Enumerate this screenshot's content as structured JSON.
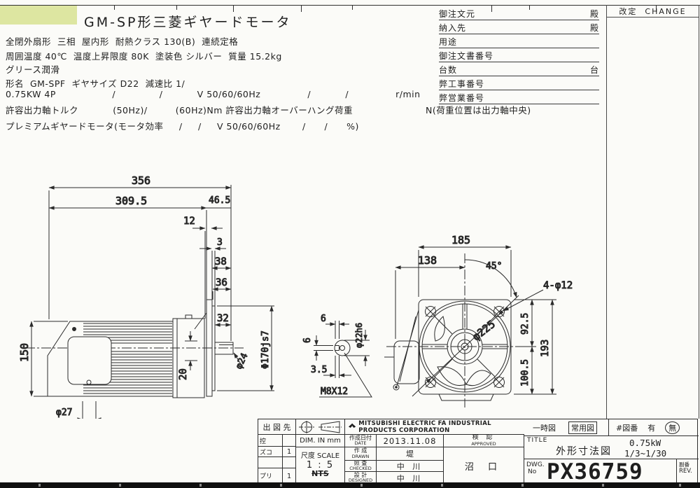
{
  "specs": {
    "title": "GM-SP形三菱ギヤードモータ",
    "line1": "全閉外扇形  三相  屋内形  耐熱クラス 130(B)  連続定格",
    "line2": "周囲温度 40℃  温度上昇限度 80K  塗装色 シルバー  質量 15.2kg",
    "line3": "グリース潤滑",
    "line4": "形名  GM-SPF  ギヤサイズ D22  減速比 1/",
    "line5": "0.75KW 4P                  /              /           V 50/60/60Hz               /           /               r/min",
    "line6_main": "許容出力軸トルク           (50Hz)/         (60Hz)Nm 許容出力軸オーバーハング荷重",
    "line6_tail": "N(荷重位置は出力軸中央)",
    "line7": "プレミアムギヤードモータ(モータ効率     /     /     V 50/60/60Hz       /      /      %)"
  },
  "order": {
    "rows": [
      {
        "label": "御注文元",
        "suffix": "殿"
      },
      {
        "label": "納入先",
        "suffix": "殿"
      },
      {
        "label": "用途",
        "suffix": ""
      },
      {
        "label": "御注文書番号",
        "suffix": ""
      },
      {
        "label": "台数",
        "suffix": "台"
      },
      {
        "label": "弊工事番号",
        "suffix": ""
      },
      {
        "label": "弊営業番号",
        "suffix": ""
      }
    ]
  },
  "change": {
    "label": "改定  CHANGE"
  },
  "dims": {
    "side": {
      "total": "356",
      "body": "309.5",
      "flange": "46.5",
      "gap12": "12",
      "t3": "3",
      "l38": "38",
      "l36": "36",
      "l32": "32",
      "height": "150",
      "k20": "20",
      "shaft": "φ24",
      "spigot": "Φ170js7",
      "hole": "φ27"
    },
    "detail": {
      "w6": "6",
      "h6": "6",
      "d35": "3.5",
      "dia": "φ22h6",
      "tap": "M8X12"
    },
    "front": {
      "w185": "185",
      "w138": "138",
      "angle": "45°",
      "holes": "4-φ12",
      "guard": "φ225",
      "v925": "92.5",
      "v193": "193",
      "v1005": "100.5"
    }
  },
  "tb": {
    "outTo": "出 図 先",
    "hikae": "控",
    "zuko": "ズコ",
    "zukoVal": "1",
    "puri": "プリ",
    "puriVal": "1",
    "dimIn": "DIM. IN mm",
    "scaleLabel": "尺度 SCALE",
    "scaleVal": "1 : 5",
    "nts": "NTS",
    "company": "MITSUBISHI ELECTRIC FA INDUSTRIAL PRODUCTS CORPORATION",
    "dateLabel": "作成日付",
    "dateEn": "DATE",
    "dateVal": "2013.11.08",
    "drawnLabel": "作 成",
    "drawnEn": "DRAWN",
    "drawnVal": "堤",
    "checkedLabel": "照 査",
    "checkedEn": "CHECKED",
    "checkedVal": "中 川",
    "designedLabel": "設 計",
    "designedEn": "DESIGNED",
    "designedVal": "中 川",
    "approvedLabel": "検  認",
    "approvedEn": "APPROVED",
    "approvedVal": "沼 口",
    "tempFig": "一時図",
    "regularFig": "常用図",
    "figNo": "#図番",
    "ari": "有",
    "nashi": "無",
    "titleLabel": "TITLE",
    "titleVal": "外形寸法図",
    "power": "0.75kW",
    "ratio": "1/3~1/30",
    "dwg": "DWG.",
    "dwgNo": "No",
    "dwgVal": "PX36759",
    "fukuban": "副番",
    "rev": "REV."
  }
}
